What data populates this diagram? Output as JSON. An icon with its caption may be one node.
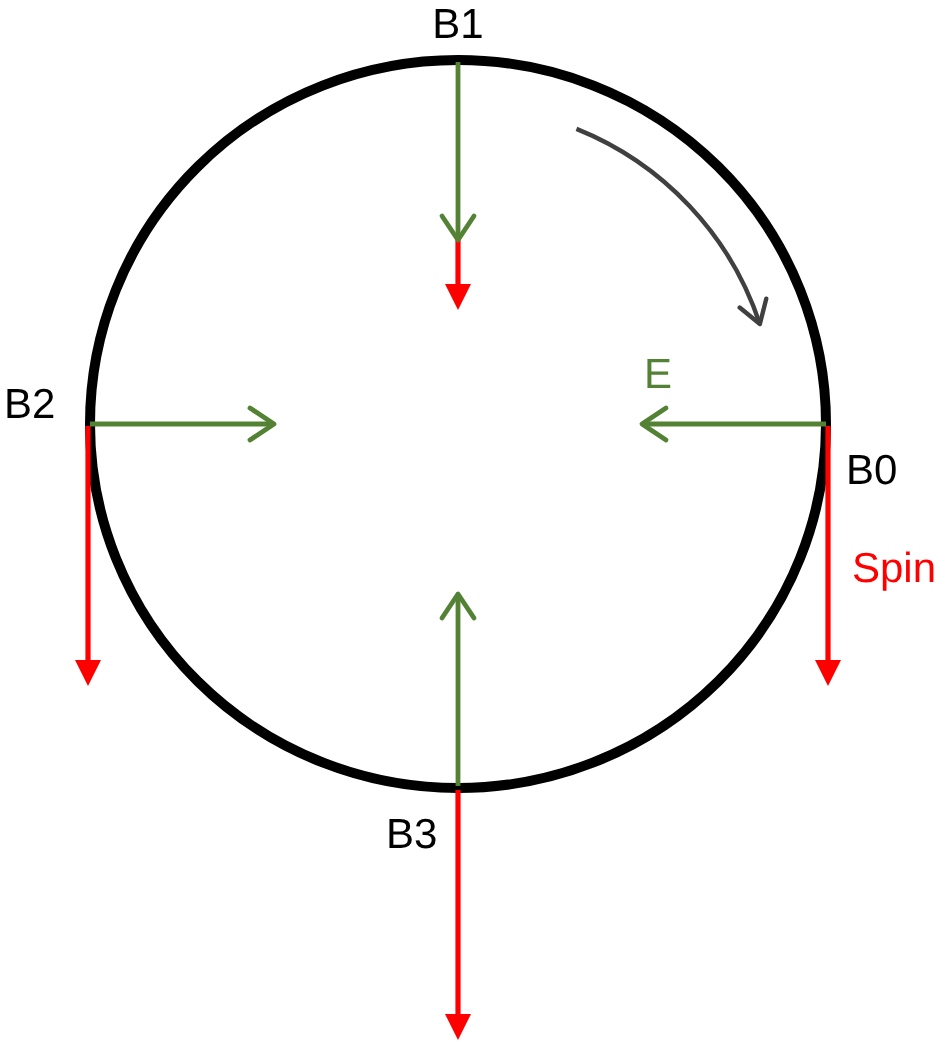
{
  "diagram": {
    "labels": [
      "B1",
      "E",
      "B2",
      "B0",
      "Spin",
      "B3"
    ]
  }
}
